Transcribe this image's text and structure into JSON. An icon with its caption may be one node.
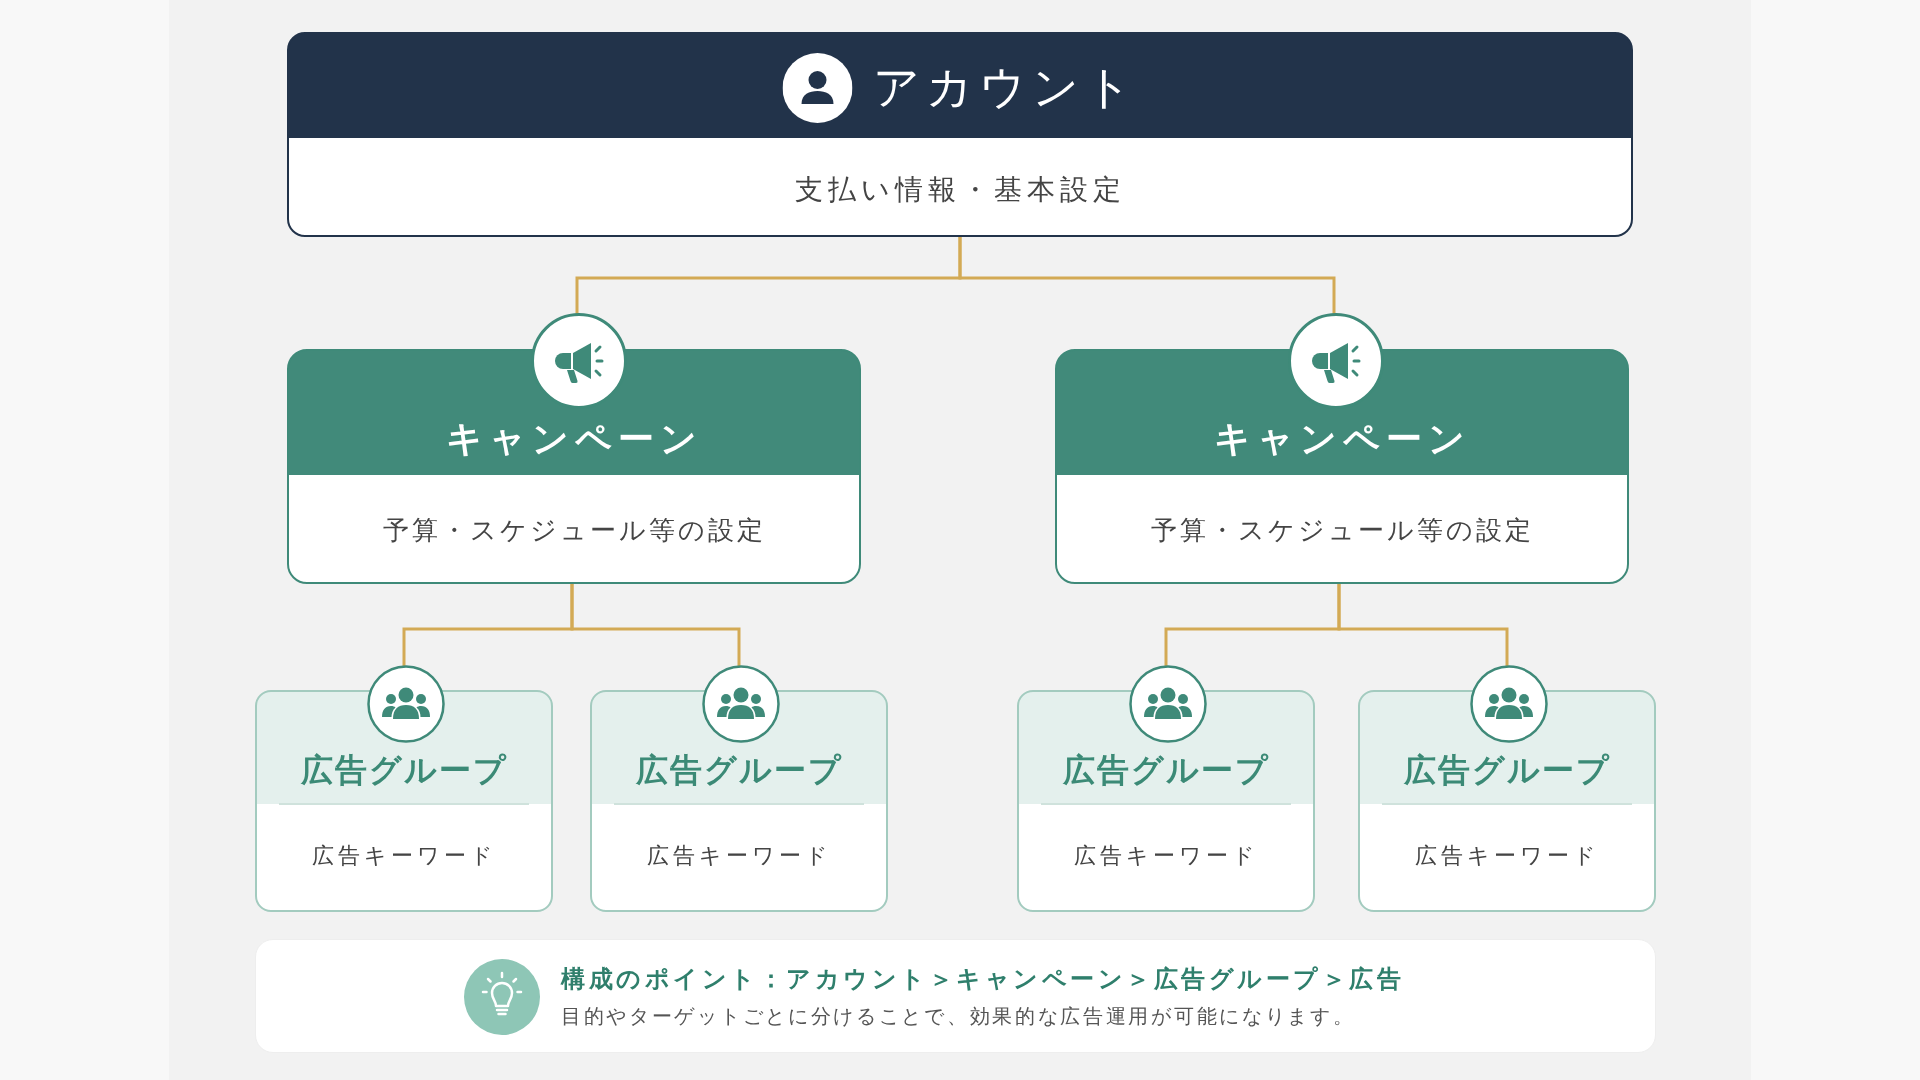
{
  "diagram": {
    "nodes": [
      {
        "text": [
          "アカウント",
          "支払い情報・基本設定"
        ]
      },
      {
        "text": [
          "キャンペーン",
          "予算・スケジュール等の設定"
        ]
      },
      {
        "text": [
          "キャンペーン",
          "予算・スケジュール等の設定"
        ]
      },
      {
        "text": [
          "広告グループ",
          "広告キーワード"
        ]
      },
      {
        "text": [
          "広告グループ",
          "広告キーワード"
        ]
      },
      {
        "text": [
          "広告グループ",
          "広告キーワード"
        ]
      },
      {
        "text": [
          "広告グループ",
          "広告キーワード"
        ]
      },
      {
        "text": [
          "構成のポイント：アカウント＞キャンペーン＞広告グループ＞広告",
          "目的やターゲットごとに分けることで、効果的な広告運用が可能になります。"
        ]
      }
    ],
    "edges": [
      {
        "from": 0,
        "to": 1,
        "arrow": "none"
      },
      {
        "from": 0,
        "to": 2,
        "arrow": "none"
      },
      {
        "from": 1,
        "to": 3,
        "arrow": "none"
      },
      {
        "from": 1,
        "to": 4,
        "arrow": "none"
      },
      {
        "from": 2,
        "to": 5,
        "arrow": "none"
      },
      {
        "from": 2,
        "to": 6,
        "arrow": "none"
      }
    ]
  }
}
